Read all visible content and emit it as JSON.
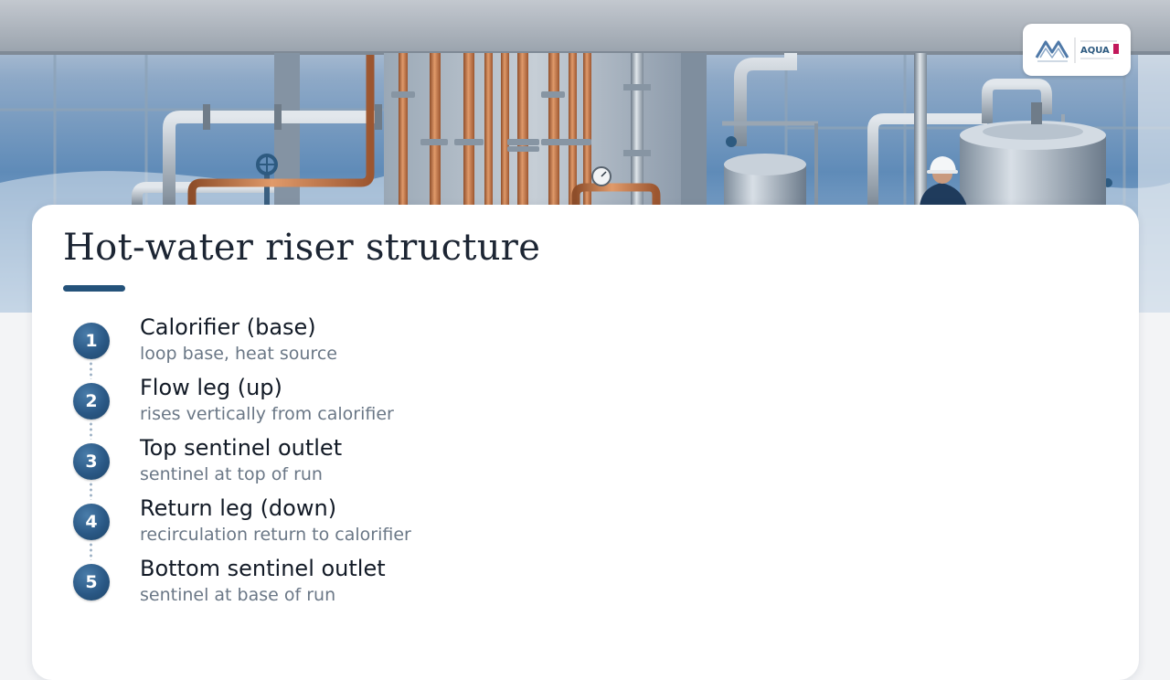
{
  "slide": {
    "title": "Hot-water riser structure",
    "logo_text": "AQUA"
  },
  "colors": {
    "accent": "#24527a",
    "badge": "#2a5885",
    "title_text": "#1c2533",
    "subtitle_text": "#6a7786",
    "copper": "#c9794a",
    "steel": "#9aa6b2"
  },
  "steps": [
    {
      "number": "1",
      "title": "Calorifier (base)",
      "subtitle": "loop base, heat source"
    },
    {
      "number": "2",
      "title": "Flow leg (up)",
      "subtitle": "rises vertically from calorifier"
    },
    {
      "number": "3",
      "title": "Top sentinel outlet",
      "subtitle": "sentinel at top of run"
    },
    {
      "number": "4",
      "title": "Return leg (down)",
      "subtitle": "recirculation return to calorifier"
    },
    {
      "number": "5",
      "title": "Bottom sentinel outlet",
      "subtitle": "sentinel at base of run"
    }
  ],
  "icons": {
    "hero": "plant-room-pipework-illustration",
    "logo": "company-logo"
  }
}
